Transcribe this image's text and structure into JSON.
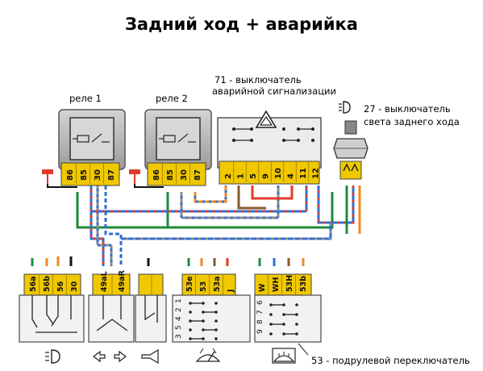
{
  "title": "Задний ход + аварийка",
  "relay1": {
    "label": "реле 1",
    "pins": [
      "86",
      "85",
      "30",
      "87"
    ]
  },
  "relay2": {
    "label": "реле 2",
    "pins": [
      "86",
      "85",
      "30",
      "87"
    ]
  },
  "hazard_switch": {
    "label_line1": "71 - выключатель",
    "label_line2": "аварийной сигнализации",
    "pins": [
      "2",
      "1",
      "5",
      "9",
      "10",
      "4",
      "11",
      "12"
    ]
  },
  "reverse_switch": {
    "label_line1": "27 - выключатель",
    "label_line2": "света заднего хода"
  },
  "bottom_blocks": [
    {
      "pins": [
        "56a",
        "56b",
        "56",
        "30"
      ],
      "icon": "headlight-icon"
    },
    {
      "pins": [
        "49aL",
        "49aR"
      ],
      "icon": "turn-signal-icon"
    },
    {
      "pins": [
        "",
        ""
      ],
      "icon": "horn-icon"
    },
    {
      "pins": [
        "53e",
        "53",
        "53a",
        "J"
      ],
      "positions": [
        "1",
        "2",
        "4",
        "5",
        "3"
      ],
      "icon": "wiper-icon"
    },
    {
      "pins": [
        "W",
        "WH",
        "53H",
        "53b"
      ],
      "positions": [
        "6",
        "7",
        "8",
        "9"
      ],
      "icon": "washer-icon"
    }
  ],
  "column_switch_label": "53 - подрулевой переключатель",
  "colors": {
    "connector": "#f0c800",
    "housing": "#b8b8b8",
    "green": "#1f8a3a",
    "blue": "#2f6fd6",
    "red": "#e23a2a",
    "orange": "#f08a1e",
    "gray": "#8c8c8c",
    "brown": "#8a5a2b",
    "black": "#111111"
  }
}
